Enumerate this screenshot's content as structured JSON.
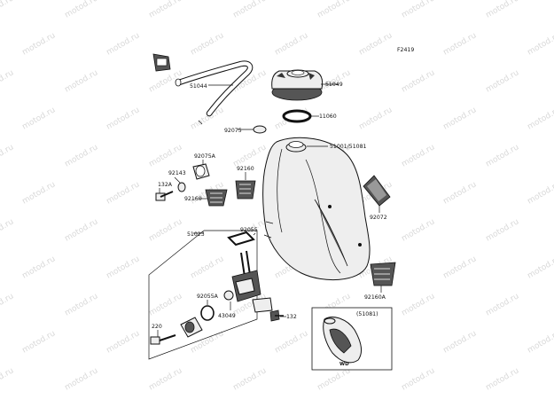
{
  "diagram_code": "F2419",
  "watermark_text": "motod.ru",
  "colors": {
    "line": "#111111",
    "part_fill": "#eeeeee",
    "shadow": "#555555",
    "watermark": "#d9d9d9"
  },
  "parts": {
    "hose": "51044",
    "cap": "51049",
    "gasket": "11060",
    "clip": "92075",
    "tank": "51001/51081",
    "damper_a": "92075A",
    "collar": "92143",
    "damper_side": "92160",
    "bolt_a": "132A",
    "damper_bottom": "92160",
    "band": "92072",
    "fuel_cock_assy": "51023",
    "gasket_cock": "92055",
    "oring": "92055A",
    "cock_body": "43049",
    "screw": "220",
    "bolt": "132",
    "damper_rear": "92160A"
  },
  "inset": {
    "title": "(51081)",
    "mark": "WD"
  }
}
